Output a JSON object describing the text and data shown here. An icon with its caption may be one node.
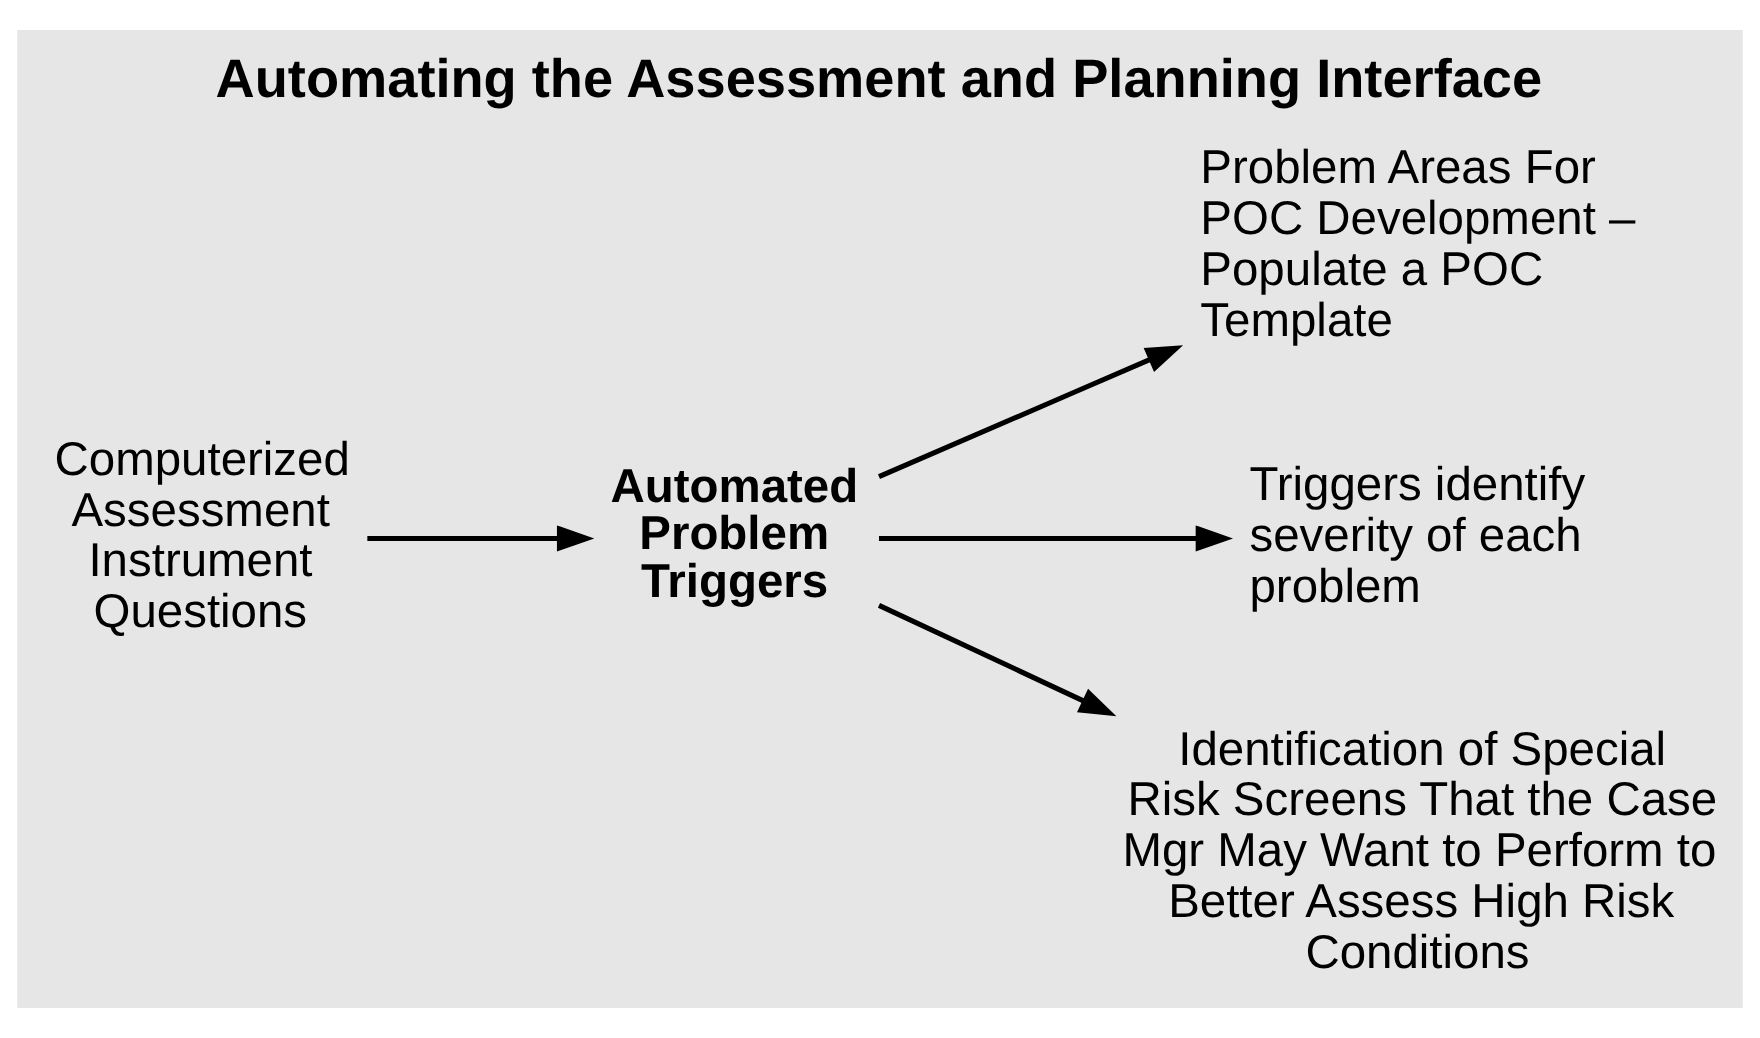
{
  "diagram": {
    "title": "Automating the Assessment and Planning Interface",
    "nodes": [
      {
        "text": [
          "Computerized Assessment Instrument Questions"
        ]
      },
      {
        "text": [
          "Automated Problem Triggers"
        ]
      },
      {
        "text": [
          "Problem Areas For POC Development – Populate a POC Template"
        ]
      },
      {
        "text": [
          "Triggers identify severity of each problem"
        ]
      },
      {
        "text": [
          "Identification of Special Risk Screens That the Case Mgr May Want to Perform to Better Assess High Risk Conditions"
        ]
      }
    ],
    "edges": [
      {
        "from": 0,
        "to": 1,
        "arrow": "to"
      },
      {
        "from": 1,
        "to": 2,
        "arrow": "to"
      },
      {
        "from": 1,
        "to": 3,
        "arrow": "to"
      },
      {
        "from": 1,
        "to": 4,
        "arrow": "to"
      }
    ]
  }
}
